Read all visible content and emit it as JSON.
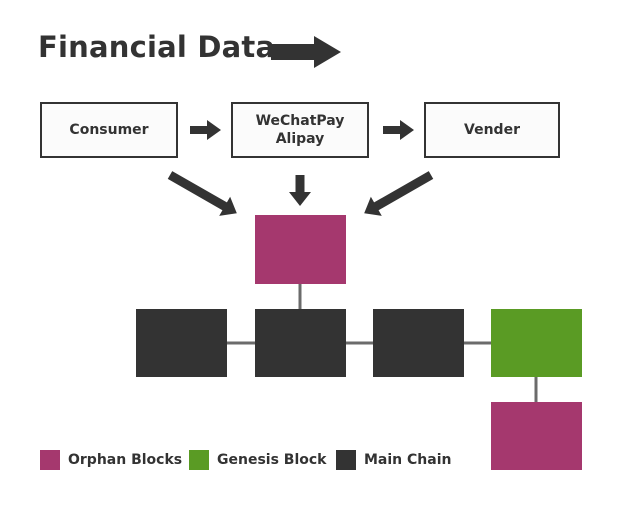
{
  "title": "Financial Data",
  "flow": {
    "consumer": "Consumer",
    "payment": "WeChatPay\nAlipay",
    "vender": "Vender"
  },
  "colors": {
    "orphan": "#a5386e",
    "genesis": "#5a9b24",
    "main": "#333333",
    "connector": "#6b6b6b"
  },
  "legend": {
    "orphan_label": "Orphan Blocks",
    "genesis_label": "Genesis Block",
    "main_label": "Main Chain"
  }
}
